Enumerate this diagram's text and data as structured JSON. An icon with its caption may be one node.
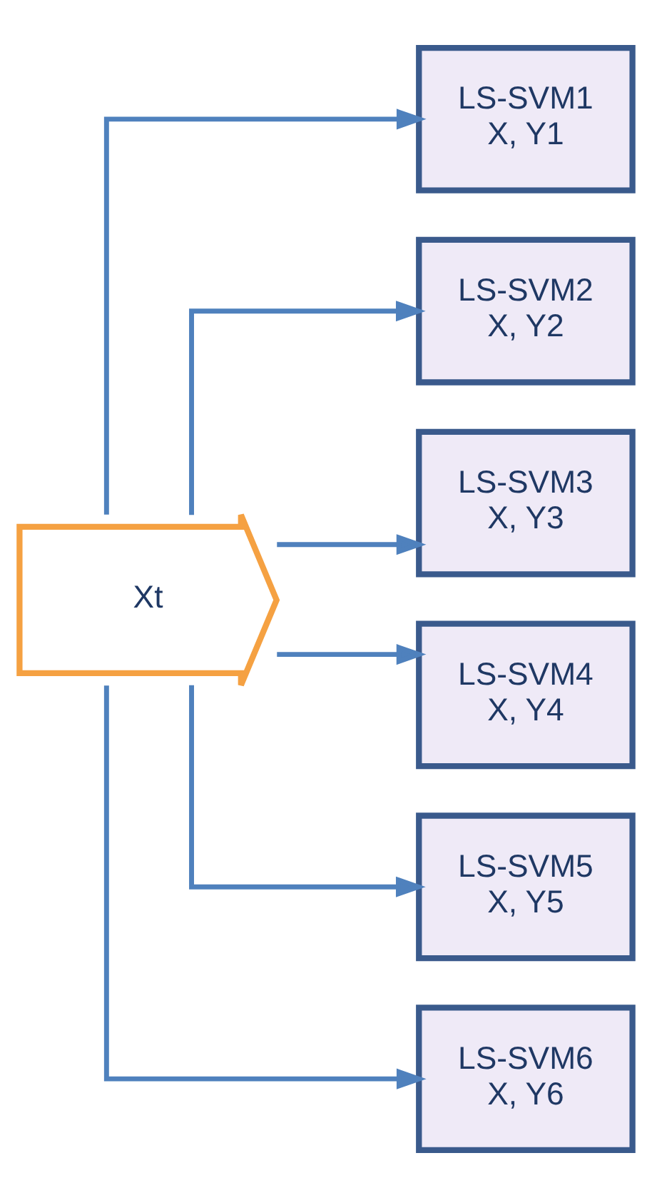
{
  "diagram": {
    "nodes": [
      {
        "text": [
          "Xt"
        ]
      },
      {
        "text": [
          "LS-SVM1 X, Y1"
        ]
      },
      {
        "text": [
          "LS-SVM2 X, Y2"
        ]
      },
      {
        "text": [
          "LS-SVM3 X, Y3"
        ]
      },
      {
        "text": [
          "LS-SVM4 X, Y4"
        ]
      },
      {
        "text": [
          "LS-SVM5 X, Y5"
        ]
      },
      {
        "text": [
          "LS-SVM6 X, Y6"
        ]
      }
    ],
    "edges": [
      {
        "from": 0,
        "to": 1,
        "arrow": "to"
      },
      {
        "from": 0,
        "to": 2,
        "arrow": "to"
      },
      {
        "from": 0,
        "to": 3,
        "arrow": "to"
      },
      {
        "from": 0,
        "to": 4,
        "arrow": "to"
      },
      {
        "from": 0,
        "to": 5,
        "arrow": "to"
      },
      {
        "from": 0,
        "to": 6,
        "arrow": "to"
      }
    ]
  }
}
